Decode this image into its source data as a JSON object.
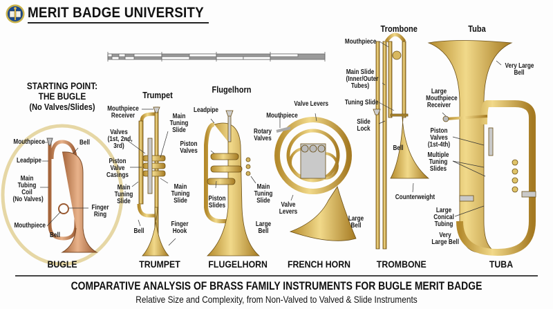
{
  "header": {
    "brand": "MERIT BADGE UNIVERSITY",
    "logo_icon": "merit-badge-book-torch-icon"
  },
  "colors": {
    "brass": "#d9b75a",
    "brass_dark": "#8a6a1c",
    "copper": "#c98a5a",
    "highlight_ring": "#e8d9a8",
    "text": "#111111"
  },
  "starting_point": {
    "line1": "STARTING POINT:",
    "line2": "THE BUGLE",
    "line3": "(No Valves/Slides)"
  },
  "instruments": [
    {
      "id": "bugle",
      "name": "BUGLE",
      "labels": [
        "Mouthpiece",
        "Bell",
        "Leadpipe",
        "Main Tubing Coil (No Valves)",
        "Finger Ring",
        "Mouthpiece",
        "Bell"
      ]
    },
    {
      "id": "trumpet",
      "title": "Trumpet",
      "name": "TRUMPET",
      "labels": [
        "Mouthpiece Receiver",
        "Main Tuning Slide",
        "Valves (1st, 2nd, 3rd)",
        "Piston Valve Casings",
        "Main Tuning Slide",
        "Main Tuning Slide",
        "Bell",
        "Finger Hook"
      ]
    },
    {
      "id": "flugelhorn",
      "title": "Flugelhorn",
      "name": "FLUGELHORN",
      "labels": [
        "Leadpipe",
        "Piston Valves",
        "Piston Slides",
        "Main Tuning Slide",
        "Large Bell"
      ]
    },
    {
      "id": "french-horn",
      "name": "FRENCH HORN",
      "labels": [
        "Valve Levers",
        "Mouthpiece",
        "Rotary Valves",
        "Valve Levers",
        "Large Bell"
      ]
    },
    {
      "id": "trombone",
      "title": "Trombone",
      "name": "TROMBONE",
      "labels": [
        "Mouthpiece",
        "Main Slide (Inner/Outer Tubes)",
        "Tuning Slide",
        "Slide Lock",
        "Bell",
        "Counterweight"
      ]
    },
    {
      "id": "tuba",
      "title": "Tuba",
      "name": "TUBA",
      "labels": [
        "Very Large Bell",
        "Large Mouthpiece Receiver",
        "Piston Valves (1st-4th)",
        "Multiple Tuning Slides",
        "Large Conical Tubing",
        "Very Large Bell"
      ]
    }
  ],
  "label_text": {
    "bugle_mouthpiece_top": "Mouthpiece",
    "bugle_bell_top": "Bell",
    "bugle_leadpipe": "Leadpipe",
    "bugle_coil_1": "Main",
    "bugle_coil_2": "Tubing",
    "bugle_coil_3": "Coil",
    "bugle_coil_4": "(No Valves)",
    "bugle_finger_1": "Finger",
    "bugle_finger_2": "Ring",
    "bugle_mouthpiece_bottom": "Mouthpiece",
    "bugle_bell_bottom": "Bell",
    "tr_mr_1": "Mouthpiece",
    "tr_mr_2": "Receiver",
    "tr_mts_top_1": "Main",
    "tr_mts_top_2": "Tuning",
    "tr_mts_top_3": "Slide",
    "tr_valves_1": "Valves",
    "tr_valves_2": "(1st, 2nd,",
    "tr_valves_3": "3rd)",
    "tr_pvc_1": "Piston",
    "tr_pvc_2": "Valve",
    "tr_pvc_3": "Casings",
    "tr_mts_l_1": "Main",
    "tr_mts_l_2": "Tuning",
    "tr_mts_l_3": "Slide",
    "tr_mts_r_1": "Main",
    "tr_mts_r_2": "Tuning",
    "tr_mts_r_3": "Slide",
    "tr_bell": "Bell",
    "tr_hook_1": "Finger",
    "tr_hook_2": "Hook",
    "fl_leadpipe": "Leadpipe",
    "fl_pv_1": "Piston",
    "fl_pv_2": "Valves",
    "fl_ps_1": "Piston",
    "fl_ps_2": "Slides",
    "fl_mts_1": "Main",
    "fl_mts_2": "Tuning",
    "fl_mts_3": "Slide",
    "fl_bell_1": "Large",
    "fl_bell_2": "Bell",
    "fh_levers_top": "Valve Levers",
    "fh_mouthpiece": "Mouthpiece",
    "fh_rotary_1": "Rotary",
    "fh_rotary_2": "Valves",
    "fh_levers_1": "Valve",
    "fh_levers_2": "Levers",
    "fh_bell_1": "Large",
    "fh_bell_2": "Bell",
    "tb_mouthpiece": "Mouthpiece",
    "tb_slide_1": "Main Slide",
    "tb_slide_2": "(Inner/Outer",
    "tb_slide_3": "Tubes)",
    "tb_tuning": "Tuning Slide",
    "tb_lock_1": "Slide",
    "tb_lock_2": "Lock",
    "tb_bell": "Bell",
    "tb_counter": "Counterweight",
    "tu_bell_top_1": "Very Large",
    "tu_bell_top_2": "Bell",
    "tu_mr_1": "Large",
    "tu_mr_2": "Mouthpiece",
    "tu_mr_3": "Receiver",
    "tu_pv_1": "Piston",
    "tu_pv_2": "Valves",
    "tu_pv_3": "(1st-4th)",
    "tu_ts_1": "Multiple",
    "tu_ts_2": "Tuning",
    "tu_ts_3": "Slides",
    "tu_ct_1": "Large",
    "tu_ct_2": "Conical",
    "tu_ct_3": "Tubing",
    "tu_bell_b_1": "Very",
    "tu_bell_b_2": "Large Bell"
  },
  "titles": {
    "trumpet": "Trumpet",
    "flugelhorn": "Flugelhorn",
    "trombone": "Trombone",
    "tuba": "Tuba"
  },
  "names": {
    "bugle": "BUGLE",
    "trumpet": "TRUMPET",
    "flugelhorn": "FLUGELHORN",
    "french_horn": "FRENCH HORN",
    "trombone": "TROMBONE",
    "tuba": "TUBA"
  },
  "scale_bar": {
    "segments": 8,
    "description": "alternating grey/white scale bar"
  },
  "footer": {
    "title": "COMPARATIVE ANALYSIS OF BRASS FAMILY INSTRUMENTS FOR BUGLE MERIT BADGE",
    "subtitle": "Relative Size and Complexity, from Non-Valved to Valved & Slide Instruments"
  }
}
